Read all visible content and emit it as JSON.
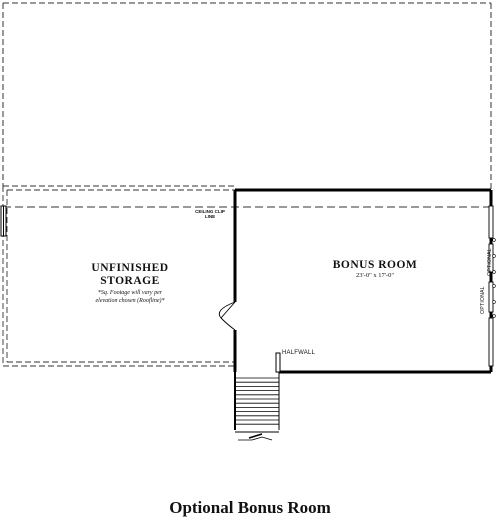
{
  "rooms": {
    "storage": {
      "title_line1": "UNFINISHED",
      "title_line2": "STORAGE",
      "note_line1": "*Sq. Footage will vary per",
      "note_line2": "elevation chosen (Roofline)*"
    },
    "bonus": {
      "title": "BONUS ROOM",
      "dimensions": "23'-0\" x 17'-0\""
    }
  },
  "labels": {
    "ceiling_clip": "CEILING CLIP LINE",
    "halfwall": "HALFWALL",
    "optional_1": "OPTIONAL",
    "optional_2": "OPTIONAL"
  },
  "caption": "Optional Bonus Room"
}
